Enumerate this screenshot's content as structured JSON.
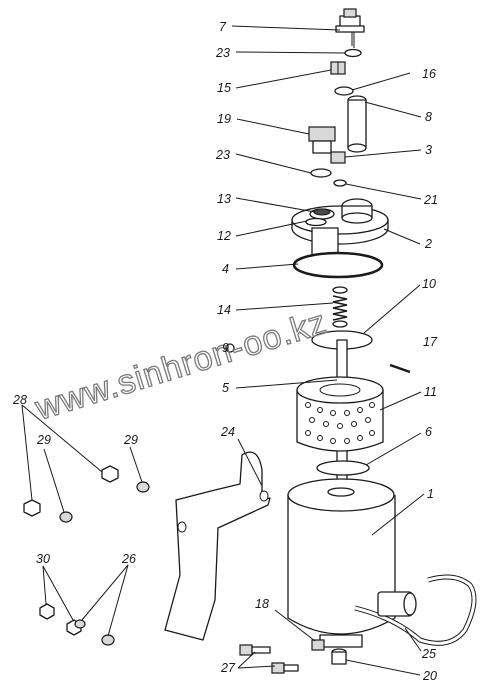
{
  "watermark": "www.sinhron-oo.kz",
  "callouts": {
    "c1": "1",
    "c2": "2",
    "c3": "3",
    "c4": "4",
    "c5": "5",
    "c6": "6",
    "c7": "7",
    "c8": "8",
    "c9": "9",
    "c10": "10",
    "c11": "11",
    "c12": "12",
    "c13": "13",
    "c14": "14",
    "c15": "15",
    "c16": "16",
    "c17": "17",
    "c18": "18",
    "c19": "19",
    "c20": "20",
    "c21": "21",
    "c23a": "23",
    "c23b": "23",
    "c24": "24",
    "c25": "25",
    "c26": "26",
    "c27": "27",
    "c28": "28",
    "c29a": "29",
    "c29b": "29",
    "c30": "30"
  }
}
